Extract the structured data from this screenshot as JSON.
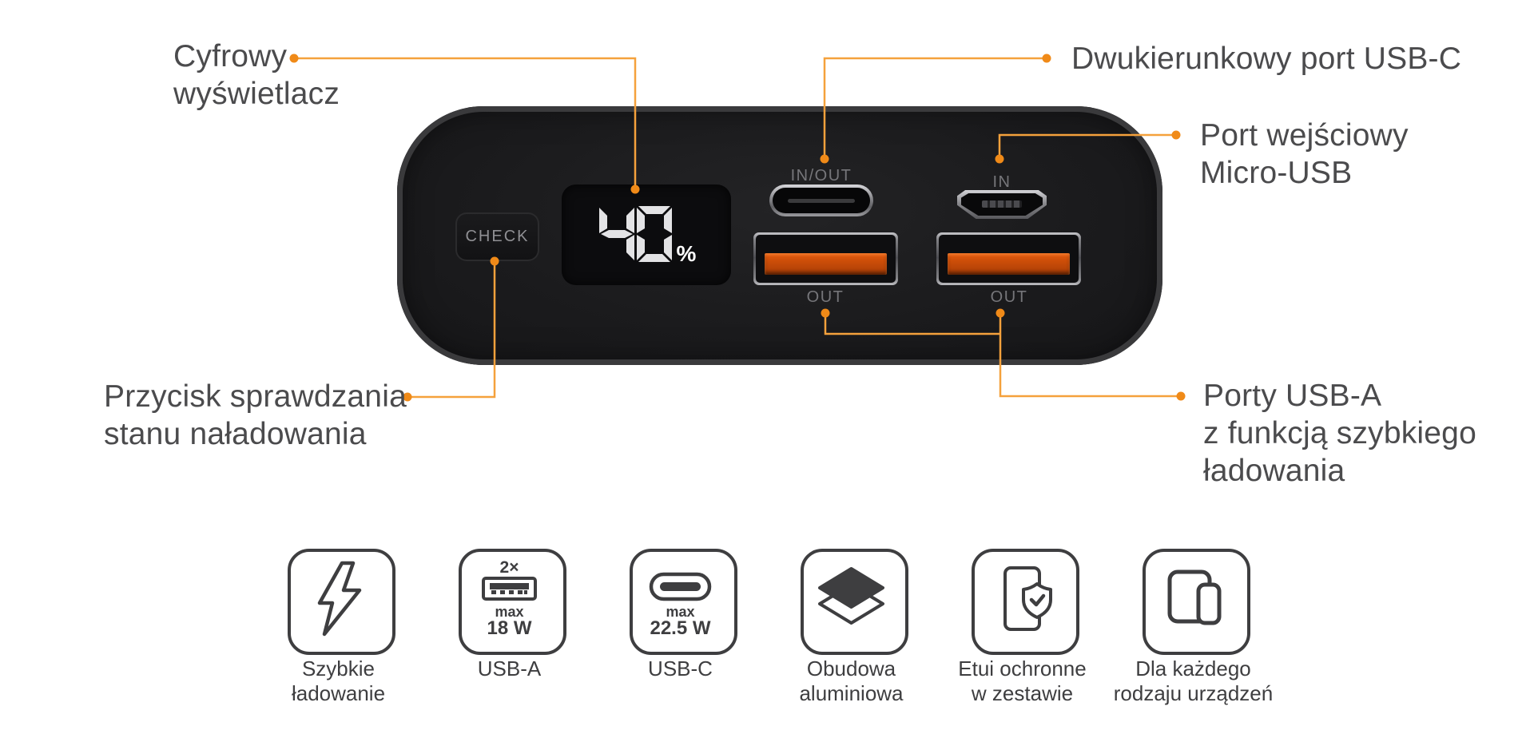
{
  "accent": {
    "line_color": "#F5A13C",
    "dot_color": "#F08A18",
    "port_orange": "#D05009"
  },
  "callouts": {
    "display": {
      "lines": [
        "Cyfrowy",
        "wyświetlacz"
      ]
    },
    "usb_c_port": {
      "lines": [
        "Dwukierunkowy port USB-C"
      ]
    },
    "micro_usb_port": {
      "lines": [
        "Port wejściowy",
        "Micro-USB"
      ]
    },
    "check_button": {
      "lines": [
        "Przycisk sprawdzania",
        "stanu naładowania"
      ]
    },
    "usb_a_ports": {
      "lines": [
        "Porty USB-A",
        "z funkcją szybkiego",
        "ładowania"
      ]
    }
  },
  "powerbank": {
    "check_button": "CHECK",
    "display_value": "40",
    "display_unit": "%",
    "usb_c_label": "IN/OUT",
    "micro_usb_label": "IN",
    "usb_a1_label": "OUT",
    "usb_a2_label": "OUT"
  },
  "features": [
    {
      "icon": "lightning-bolt-icon",
      "label_lines": [
        "Szybkie",
        "ładowanie"
      ]
    },
    {
      "icon": "usb-a-connector-icon",
      "badge": "2×",
      "max_label": "max",
      "power": "18 W",
      "label_lines": [
        "USB-A"
      ]
    },
    {
      "icon": "usb-c-connector-icon",
      "max_label": "max",
      "power": "22.5 W",
      "label_lines": [
        "USB-C"
      ]
    },
    {
      "icon": "layers-icon",
      "label_lines": [
        "Obudowa",
        "aluminiowa"
      ]
    },
    {
      "icon": "case-shield-icon",
      "label_lines": [
        "Etui ochronne",
        "w zestawie"
      ]
    },
    {
      "icon": "devices-icon",
      "label_lines": [
        "Dla każdego",
        "rodzaju urządzeń"
      ]
    }
  ]
}
